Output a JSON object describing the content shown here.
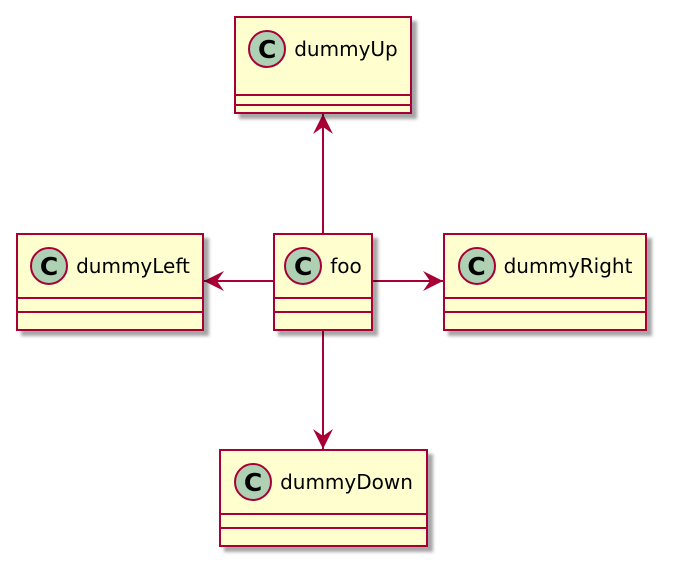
{
  "colors": {
    "class_fill": "#FEFECE",
    "class_border": "#A80036",
    "class_icon_fill": "#ADD1B2",
    "arrow": "#A80036"
  },
  "class_icon_letter": "C",
  "classes": {
    "up": {
      "name": "dummyUp"
    },
    "left": {
      "name": "dummyLeft"
    },
    "foo": {
      "name": "foo"
    },
    "right": {
      "name": "dummyRight"
    },
    "down": {
      "name": "dummyDown"
    }
  },
  "relations": [
    {
      "from": "foo",
      "to": "dummyUp"
    },
    {
      "from": "foo",
      "to": "dummyLeft"
    },
    {
      "from": "foo",
      "to": "dummyRight"
    },
    {
      "from": "foo",
      "to": "dummyDown"
    }
  ]
}
